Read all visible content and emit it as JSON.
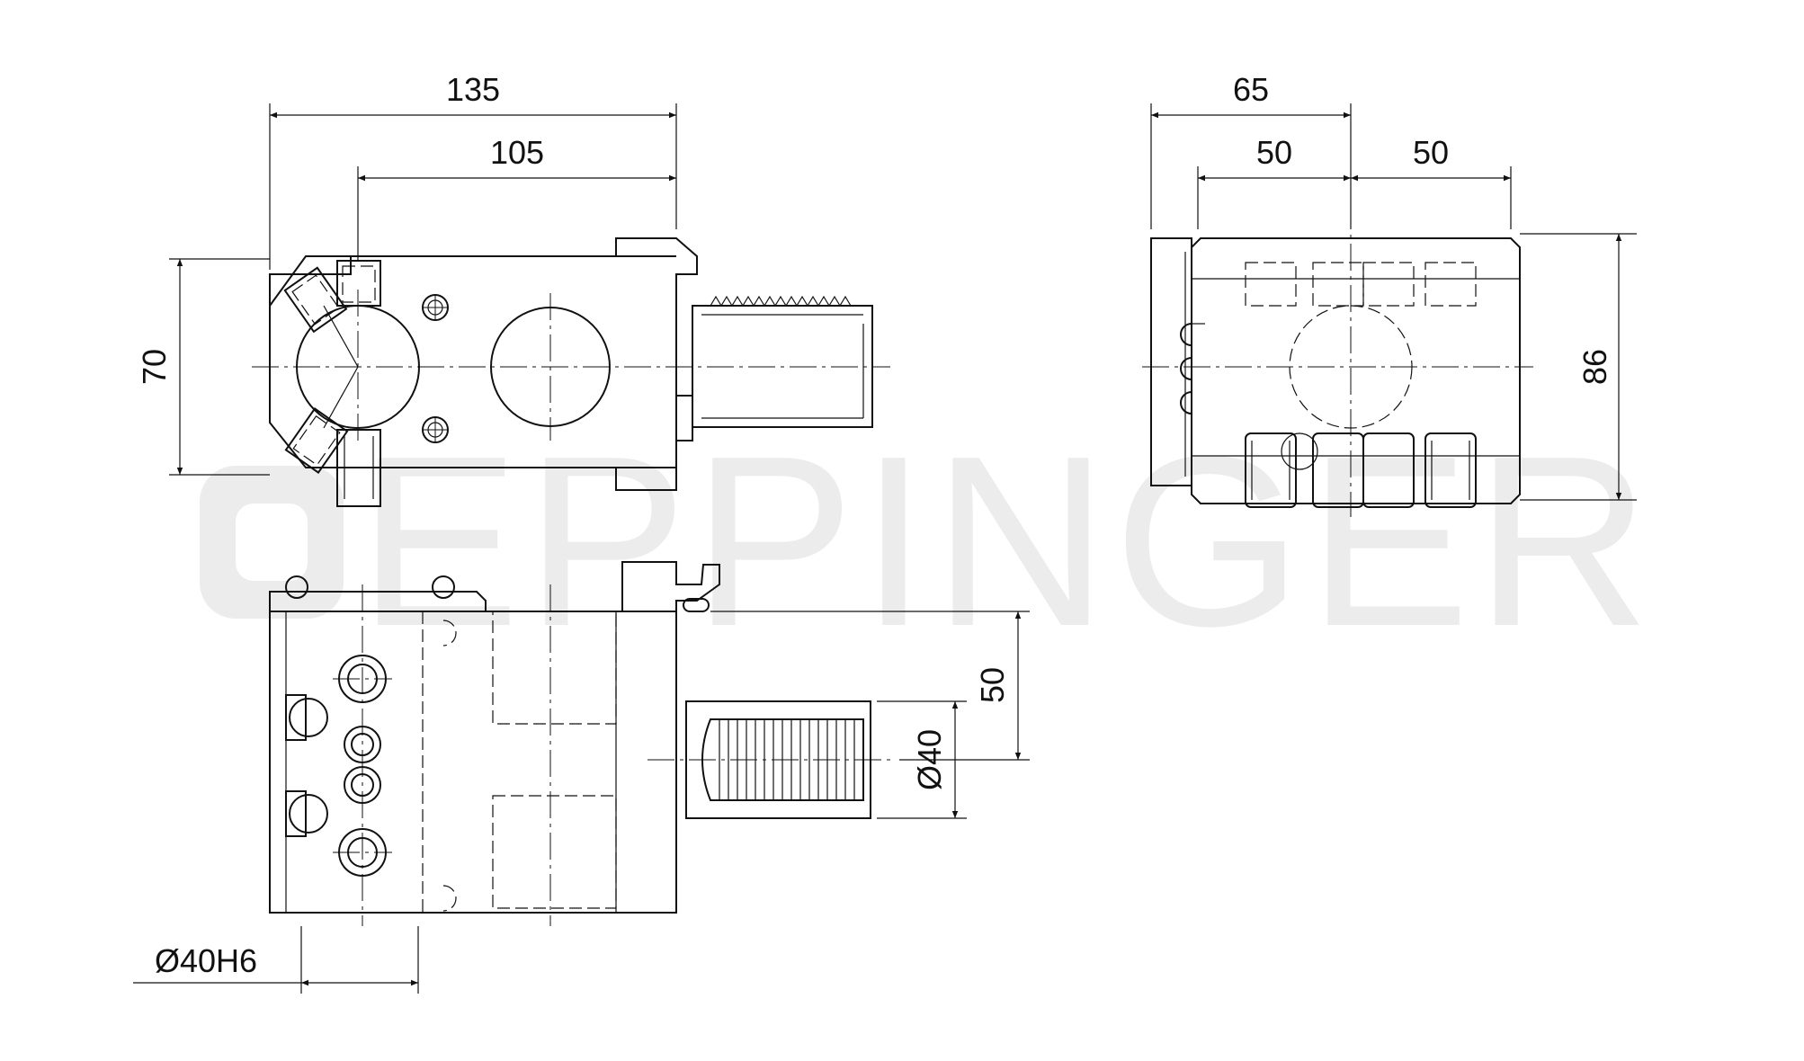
{
  "watermark": {
    "text": "EPPINGER",
    "color": "#ececec"
  },
  "dimensions": {
    "d135": "135",
    "d105": "105",
    "d70": "70",
    "d65": "65",
    "d50_left": "50",
    "d50_right": "50",
    "d86": "86",
    "d50_vertical": "50",
    "d_phi40": "Ø40",
    "d_phi40h6": "Ø40H6"
  },
  "colors": {
    "line": "#111111",
    "watermark": "#ececec",
    "background": "#ffffff"
  }
}
